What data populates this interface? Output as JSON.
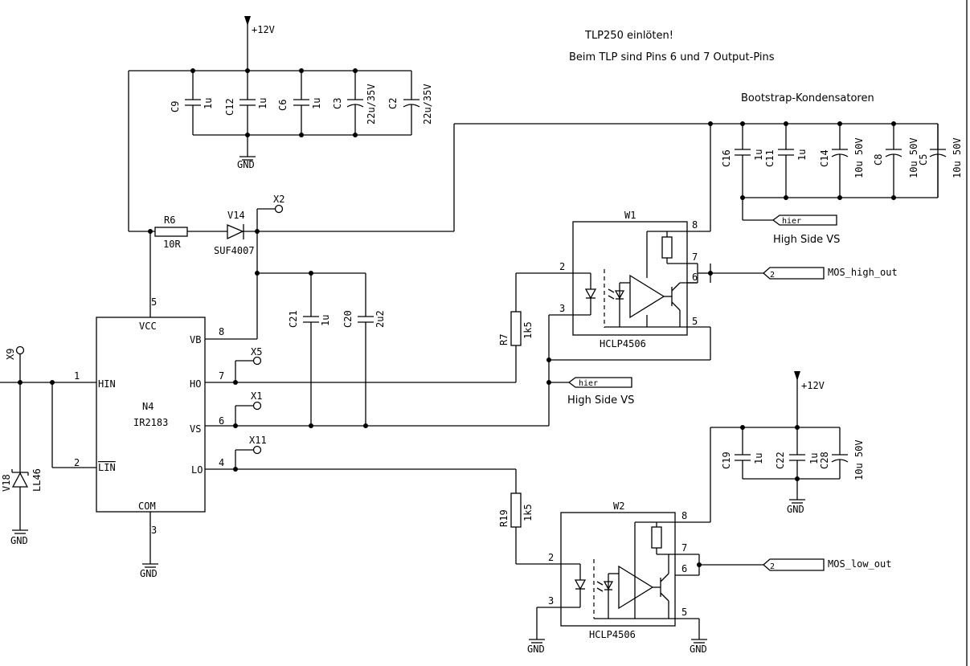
{
  "notes": {
    "line1": "TLP250 einlöten!",
    "line2": "Beim TLP sind Pins 6 und 7 Output-Pins",
    "bootstrap": "Bootstrap-Kondensatoren"
  },
  "power": {
    "vcc_top": "+12V",
    "vcc_right": "+12V",
    "gnd": "GND"
  },
  "ic_n4": {
    "ref": "N4",
    "value": "IR2183",
    "pins": {
      "vcc": "VCC",
      "vb": "VB",
      "ho": "HO",
      "vs": "VS",
      "lo": "LO",
      "hin": "HIN",
      "lin": "LIN",
      "com": "COM",
      "n_vcc": "5",
      "n_vb": "8",
      "n_ho": "7",
      "n_vs": "6",
      "n_lo": "4",
      "n_hin": "1",
      "n_lin": "2",
      "n_com": "3"
    }
  },
  "optos": [
    {
      "ref": "W1",
      "value": "HCLP4506",
      "p2": "2",
      "p3": "3",
      "p5": "5",
      "p6": "6",
      "p7": "7",
      "p8": "8"
    },
    {
      "ref": "W2",
      "value": "HCLP4506",
      "p2": "2",
      "p3": "3",
      "p5": "5",
      "p6": "6",
      "p7": "7",
      "p8": "8"
    }
  ],
  "caps_top": [
    {
      "ref": "C9",
      "value": "1u"
    },
    {
      "ref": "C12",
      "value": "1u"
    },
    {
      "ref": "C6",
      "value": "1u"
    },
    {
      "ref": "C3",
      "value": "22u/35V"
    },
    {
      "ref": "C2",
      "value": "22u/35V"
    }
  ],
  "caps_boot": [
    {
      "ref": "C16",
      "value": "1u"
    },
    {
      "ref": "C11",
      "value": "1u"
    },
    {
      "ref": "C14",
      "value": "10u 50V"
    },
    {
      "ref": "C8",
      "value": "10u 50V"
    },
    {
      "ref": "C5",
      "value": "10u 50V"
    }
  ],
  "caps_mid": [
    {
      "ref": "C21",
      "value": "1u"
    },
    {
      "ref": "C20",
      "value": "2u2"
    }
  ],
  "caps_low": [
    {
      "ref": "C19",
      "value": "1u"
    },
    {
      "ref": "C22",
      "value": "1u"
    },
    {
      "ref": "C28",
      "value": "10u 50V"
    }
  ],
  "parts": {
    "r6_ref": "R6",
    "r6_val": "10R",
    "v14_ref": "V14",
    "v14_val": "SUF4007",
    "r7_ref": "R7",
    "r7_val": "1k5",
    "r19_ref": "R19",
    "r19_val": "1k5",
    "v18_ref": "V18",
    "v18_val": "LL46"
  },
  "testpoints": {
    "x2": "X2",
    "x5": "X5",
    "x1": "X1",
    "x11": "X11",
    "x9": "X9"
  },
  "ports": {
    "hier1": "hier",
    "hier2": "hier",
    "hier_num": "2",
    "mos_high": "MOS_high_out",
    "mos_low": "MOS_low_out",
    "hsvs1": "High Side VS",
    "hsvs2": "High Side VS"
  }
}
